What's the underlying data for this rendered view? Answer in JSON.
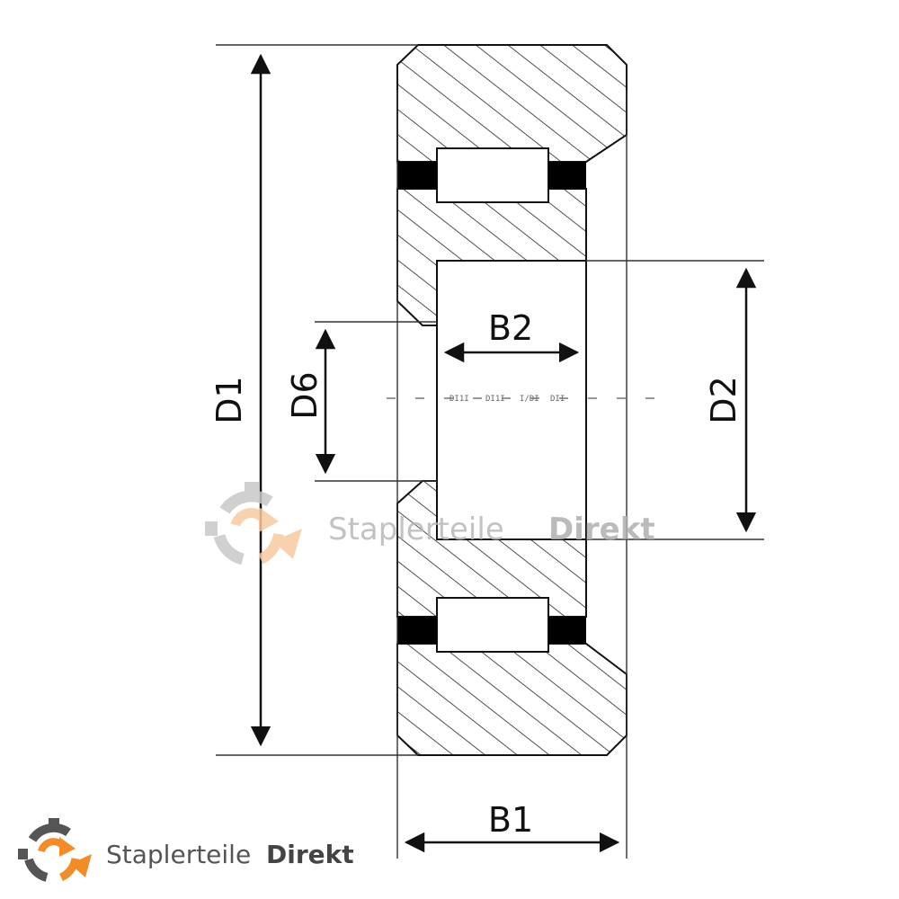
{
  "drawing": {
    "labels": {
      "d1": "D1",
      "d2": "D2",
      "d6": "D6",
      "b1": "B1",
      "b2": "B2"
    },
    "centerline_marks": [
      "DI1I",
      "DI1I",
      "I/DI",
      "DII"
    ]
  },
  "watermark": {
    "text_light": "Staplerteile",
    "text_bold": "Direkt"
  },
  "logo": {
    "text_light": "Staplerteile",
    "text_bold": "Direkt"
  },
  "colors": {
    "line": "#111111",
    "hatch": "#222222",
    "seal": "#000000",
    "logo_orange": "#f28c28",
    "logo_grey": "#555555",
    "watermark_orange": "#f7c9a0",
    "watermark_grey": "#c8c8c8",
    "watermark_text": "#b8b8b8"
  },
  "icons": [
    "gear-arrows-icon"
  ]
}
